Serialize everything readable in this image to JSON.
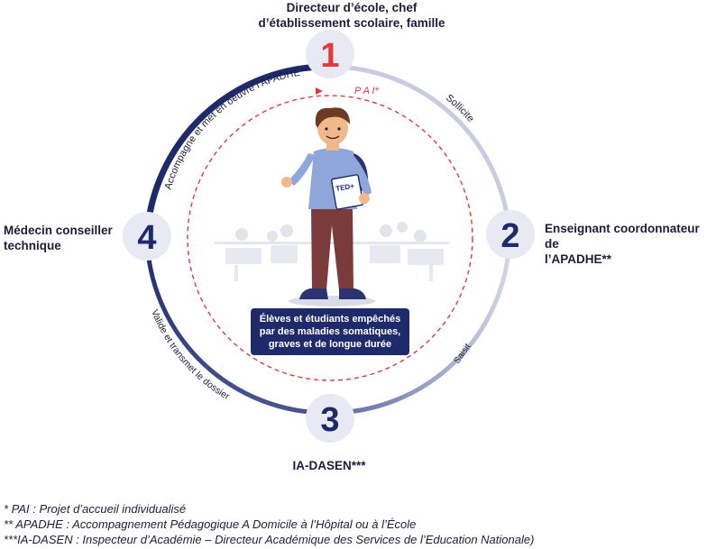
{
  "nodes": [
    {
      "number": "1",
      "label_lines": [
        "Directeur d’école, chef",
        "d’établissement scolaire, famille"
      ]
    },
    {
      "number": "2",
      "label_lines": [
        "Enseignant coordonnateur de",
        "l’APADHE**"
      ]
    },
    {
      "number": "3",
      "label_lines": [
        "IA-DASEN***"
      ]
    },
    {
      "number": "4",
      "label_lines": [
        "Médecin conseiller",
        "technique"
      ]
    }
  ],
  "arc_labels": {
    "n1_to_n2": "Sollicite",
    "n2_to_n3": "Saisit",
    "n3_to_n4": "Valide et transmet le dossier",
    "n4_to_n1": "Accompagne et met en oeuvre l’APADHE**"
  },
  "inner_loop_label": "P A I*",
  "center_badge_lines": [
    "Élèves et étudiants empêchés",
    "par des maladies somatiques,",
    "graves et de longue durée"
  ],
  "book_label": "TED+",
  "footnotes": [
    "*   PAI : Projet d’accueil individualisé",
    "**  APADHE : Accompagnement Pédagogique A Domicile à l’Hôpital ou à l’École",
    "***IA-DASEN : Inspecteur d’Académie – Directeur Académique des Services de l’Education Nationale)"
  ],
  "colors": {
    "navy": "#1f2a6b",
    "light_arc": "#c9cce0",
    "node_fill": "#e8e9f2",
    "accent_red": "#e03a3e",
    "node_number": "#1f2a6b"
  }
}
